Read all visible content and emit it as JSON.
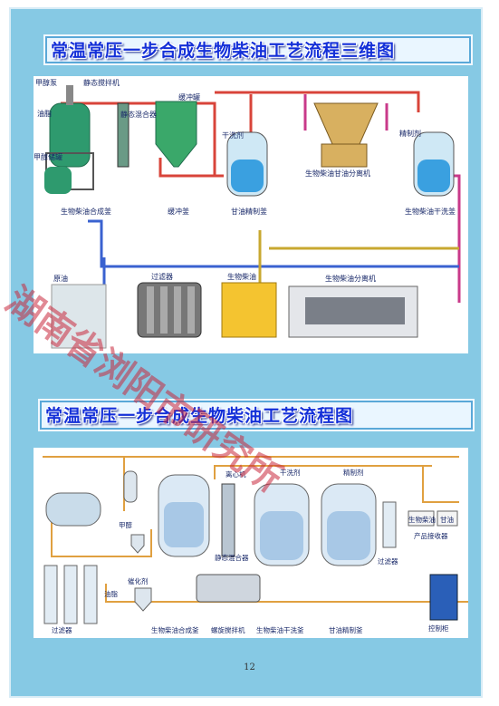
{
  "diagram1": {
    "title": "常温常压一步合成生物柴油工艺流程三维图",
    "labels": {
      "pump": "甲醇泵",
      "stirrer": "静态搅拌机",
      "oil_tank": "油脂",
      "mixer": "静态混合器",
      "buffer_tank": "缓冲罐",
      "dry_agent": "干洗剂",
      "dry_agent2": "精制剂",
      "methanol_tank": "甲醇储罐",
      "reactor": "生物柴油合成釜",
      "buffer": "缓冲釜",
      "glycerol_refine": "甘油精制釜",
      "centrifuge": "生物柴油甘油分离机",
      "washer": "生物柴油干洗釜",
      "oil_in": "原油",
      "filter": "过滤器",
      "biodiesel": "生物柴油",
      "separator": "生物柴油分离机"
    }
  },
  "diagram2": {
    "title": "常温常压一步合成生物柴油工艺流程图",
    "labels": {
      "methanol": "甲醇",
      "catalyst": "催化剂",
      "oil": "油脂",
      "tank_group": "过滤器",
      "reactor": "生物柴油合成釜",
      "screw": "螺旋搅拌机",
      "centrifuge": "离心机",
      "static_mixer": "静态混合器",
      "washer": "生物柴油干洗釜",
      "dry_agent": "干洗剂",
      "refine_agent": "精制剂",
      "glycerol": "甘油精制釜",
      "filter": "过滤器",
      "bio_out": "生物柴油",
      "glycerol_out": "甘油",
      "product_tank": "产品接收器",
      "control": "控制柜"
    }
  },
  "page_number": "12",
  "watermark": "湖南省浏阳市研究所"
}
